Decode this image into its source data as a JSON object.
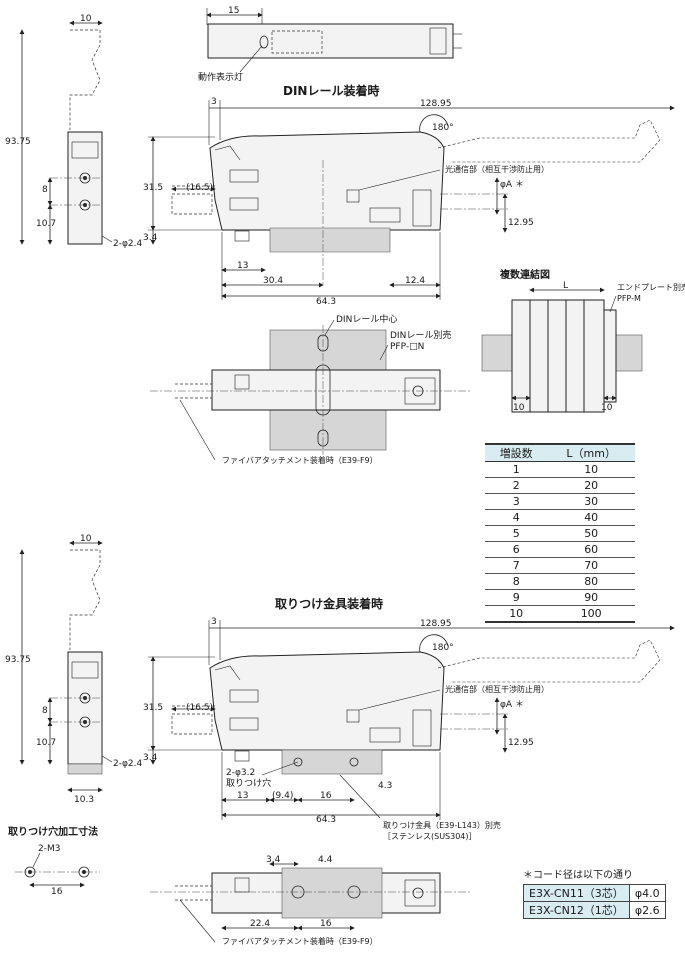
{
  "titles": {
    "din": "DINレール装着時",
    "bracket": "取りつけ金具装着時",
    "multi": "複数連結図",
    "mount_hole": "取りつけ穴加工寸法"
  },
  "labels": {
    "indicator": "動作表示灯",
    "optical_comm": "光通信部（相互干渉防止用）",
    "optical_comm2": "光通信部（相互干渉防止用）",
    "din_center": "DINレール中心",
    "din_rail_sep": "DINレール別売",
    "din_rail_model": "PFP-□N",
    "fiber_attach": "ファイバアタッチメント装着時（E39-F9）",
    "fiber_attach2": "ファイバアタッチメント装着時（E39-F9）",
    "end_plate": "エンドプレート別売",
    "end_plate_model": "PFP-M",
    "mount_hole_label": "2-φ3.2",
    "mount_hole_sub": "取りつけ穴",
    "bracket_sep": "取りつけ金具（E39-L143）別売",
    "bracket_mat": "［ステンレス(SUS304)］",
    "phiA": "φA ＊",
    "phiA2": "φA ＊",
    "angle": "180°",
    "angle2": "180°",
    "m3": "2-M3",
    "phi24": "2-φ2.4",
    "phi24b": "2-φ2.4",
    "L": "L"
  },
  "dims": {
    "top15": "15",
    "w10a": "10",
    "h9375a": "93.75",
    "d8a": "8",
    "d107a": "10.7",
    "d3a": "3",
    "d12895a": "128.95",
    "d315a": "31.5",
    "d165a": "(16.5)",
    "d34a": "3.4",
    "d1295a": "12.95",
    "d13a": "13",
    "d304": "30.4",
    "d124": "12.4",
    "d643a": "64.3",
    "m10a": "10",
    "m10b": "10",
    "w10b": "10",
    "h9375b": "93.75",
    "d8b": "8",
    "d107b": "10.7",
    "d103": "10.3",
    "d3b": "3",
    "d12895b": "128.95",
    "d315b": "31.5",
    "d165b": "(16.5)",
    "d34b": "3.4",
    "d1295b": "12.95",
    "d13b": "13",
    "d94": "(9.4)",
    "d16a": "16",
    "d43": "4.3",
    "d643b": "64.3",
    "h16": "16",
    "b34": "3.4",
    "b44": "4.4",
    "b224": "22.4",
    "b16": "16"
  },
  "units_table": {
    "headers": [
      "増設数",
      "L（mm）"
    ],
    "rows": [
      [
        "1",
        "10"
      ],
      [
        "2",
        "20"
      ],
      [
        "3",
        "30"
      ],
      [
        "4",
        "40"
      ],
      [
        "5",
        "50"
      ],
      [
        "6",
        "60"
      ],
      [
        "7",
        "70"
      ],
      [
        "8",
        "80"
      ],
      [
        "9",
        "90"
      ],
      [
        "10",
        "100"
      ]
    ]
  },
  "cord": {
    "note": "＊コード径は以下の通り",
    "rows": [
      {
        "model": "E3X-CN11（3芯）",
        "dia": "φ4.0"
      },
      {
        "model": "E3X-CN12（1芯）",
        "dia": "φ2.6"
      }
    ]
  }
}
